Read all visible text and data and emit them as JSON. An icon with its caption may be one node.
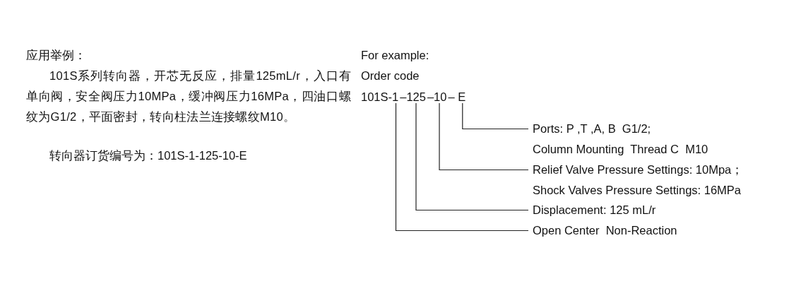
{
  "diagram": {
    "nodes": [
      {
        "text": [
          "101S-1"
        ]
      },
      {
        "text": [
          "–125"
        ]
      },
      {
        "text": [
          "–10"
        ]
      },
      {
        "text": [
          "– E"
        ]
      },
      {
        "text": [
          "Ports: P ,T ,A, B  G1/2;",
          "Column Mounting  Thread C  M10"
        ]
      },
      {
        "text": [
          "Relief Valve Pressure Settings: 10Mpa；",
          "Shock Valves Pressure Settings: 16MPa"
        ]
      },
      {
        "text": [
          "Displacement: 125 mL/r"
        ]
      },
      {
        "text": [
          "Open Center  Non-Reaction"
        ]
      }
    ],
    "edges": [
      {
        "from": 3,
        "to": 4,
        "arrow": "none"
      },
      {
        "from": 2,
        "to": 5,
        "arrow": "none"
      },
      {
        "from": 1,
        "to": 6,
        "arrow": "none"
      },
      {
        "from": 0,
        "to": 7,
        "arrow": "none"
      }
    ],
    "labels": [
      "应用举例：",
      "101S系列转向器，开芯无反应，排量125mL/r，入口有单向阀，安全阀压力10MPa，缓冲阀压力16MPa，四油口螺纹为G1/2，平面密封，转向柱法兰连接螺纹M10。",
      "转向器订货编号为：101S-1-125-10-E",
      "For example:",
      "Order code"
    ]
  }
}
